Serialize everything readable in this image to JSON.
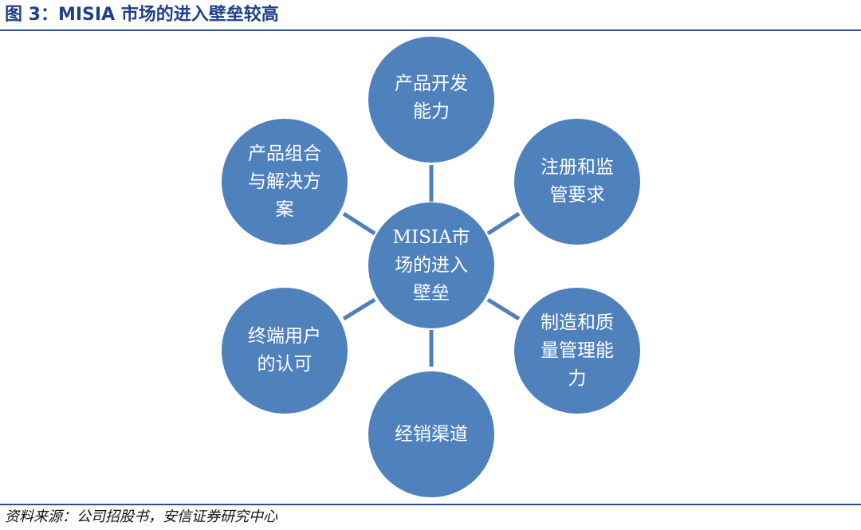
{
  "header": {
    "title": "图 3：MISIA 市场的进入壁垒较高"
  },
  "diagram": {
    "center": {
      "lines": [
        "MISIA市",
        "场的进入",
        "壁垒"
      ]
    },
    "nodes": [
      {
        "id": "top",
        "lines": [
          "产品开发",
          "能力"
        ]
      },
      {
        "id": "upper-right",
        "lines": [
          "注册和监",
          "管要求"
        ]
      },
      {
        "id": "lower-right",
        "lines": [
          "制造和质",
          "量管理能",
          "力"
        ]
      },
      {
        "id": "bottom",
        "lines": [
          "经销渠道"
        ]
      },
      {
        "id": "lower-left",
        "lines": [
          "终端用户",
          "的认可"
        ]
      },
      {
        "id": "upper-left",
        "lines": [
          "产品组合",
          "与解决方",
          "案"
        ]
      }
    ]
  },
  "footer": {
    "source": "资料来源：公司招股书，安信证券研究中心"
  },
  "colors": {
    "node_fill": "#4f81bd",
    "connector": "#4f7fbd",
    "title": "#1f3f8a",
    "rule": "#2c4f93"
  }
}
